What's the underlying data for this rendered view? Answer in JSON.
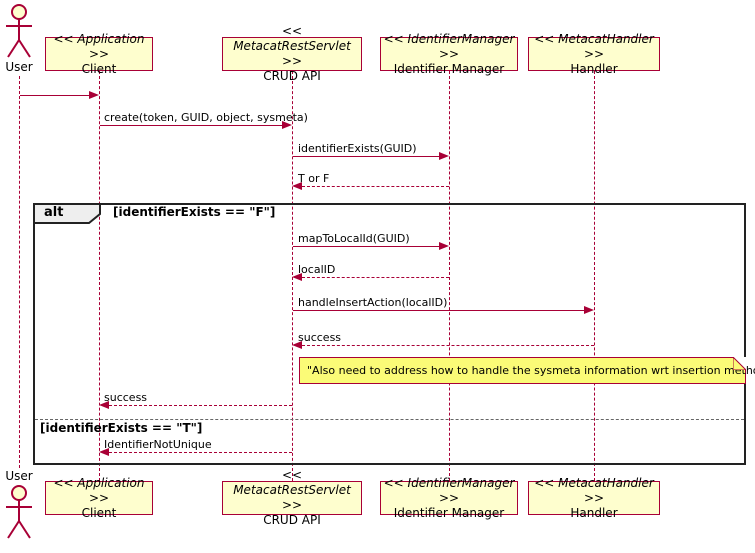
{
  "diagram": {
    "actor": {
      "label": "User"
    },
    "participants": [
      {
        "stereotype": "<< Application >>",
        "name": "Client"
      },
      {
        "stereotype": "<< MetacatRestServlet >>",
        "name": "CRUD API"
      },
      {
        "stereotype": "<< IdentifierManager >>",
        "name": "Identifier Manager"
      },
      {
        "stereotype": "<< MetacatHandler >>",
        "name": "Handler"
      }
    ],
    "messages": {
      "create": "create(token, GUID, object, sysmeta)",
      "identifier_exists": "identifierExists(GUID)",
      "t_or_f": "T or F",
      "map_to_local_id": "mapToLocalId(GUID)",
      "local_id": "localID",
      "handle_insert_action": "handleInsertAction(localID)",
      "success_from_handler": "success",
      "success_to_client": "success",
      "identifier_not_unique": "IdentifierNotUnique"
    },
    "alt": {
      "operator": "alt",
      "guard_true": "[identifierExists == \"F\"]",
      "guard_false": "[identifierExists == \"T\"]"
    },
    "note": {
      "text": "\"Also need to address how to handle the sysmeta information wrt insertion methods\""
    },
    "colors": {
      "line": "#A80036",
      "participant_fill": "#FEFECE",
      "note_fill": "#FBFB77",
      "frame_border": "#222222"
    }
  }
}
